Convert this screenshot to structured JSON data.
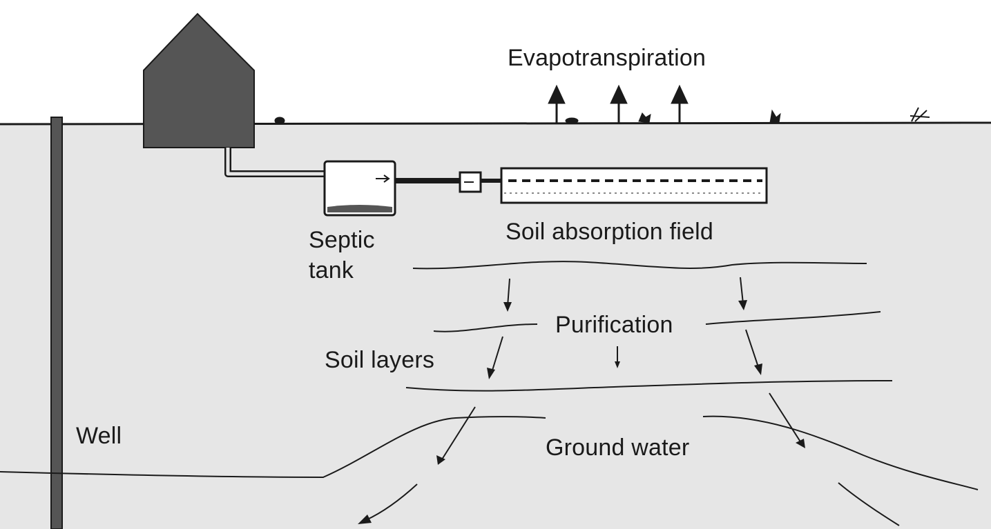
{
  "colors": {
    "sky": "#ffffff",
    "ground": "#e6e6e6",
    "house": "#555555",
    "ink": "#1a1a1a"
  },
  "labels": {
    "evapotranspiration": "Evapotranspiration",
    "septic_tank_line1": "Septic",
    "septic_tank_line2": "tank",
    "soil_absorption_field": "Soil absorption field",
    "purification": "Purification",
    "soil_layers": "Soil layers",
    "well": "Well",
    "ground_water": "Ground water"
  }
}
